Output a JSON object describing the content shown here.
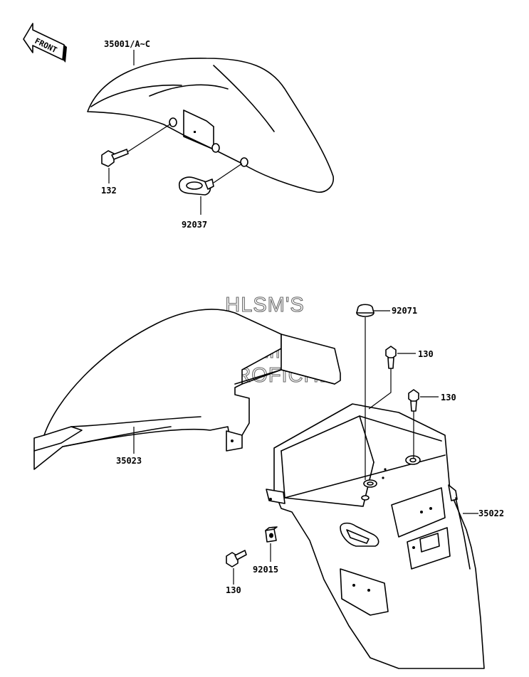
{
  "watermark": {
    "line1": "HLSM'S",
    "line2": "ONLINE",
    "line3": "MICROFICHE"
  },
  "front_arrow": {
    "label": "FRONT"
  },
  "parts": {
    "front_fender": "35001/A~C",
    "bolt_front": "132",
    "clip_front": "92037",
    "inner_fender": "35023",
    "rear_fender": "35022",
    "cap": "92071",
    "bolt_rear_1": "130",
    "bolt_rear_2": "130",
    "bolt_rear_3": "130",
    "nut_clip": "92015"
  }
}
